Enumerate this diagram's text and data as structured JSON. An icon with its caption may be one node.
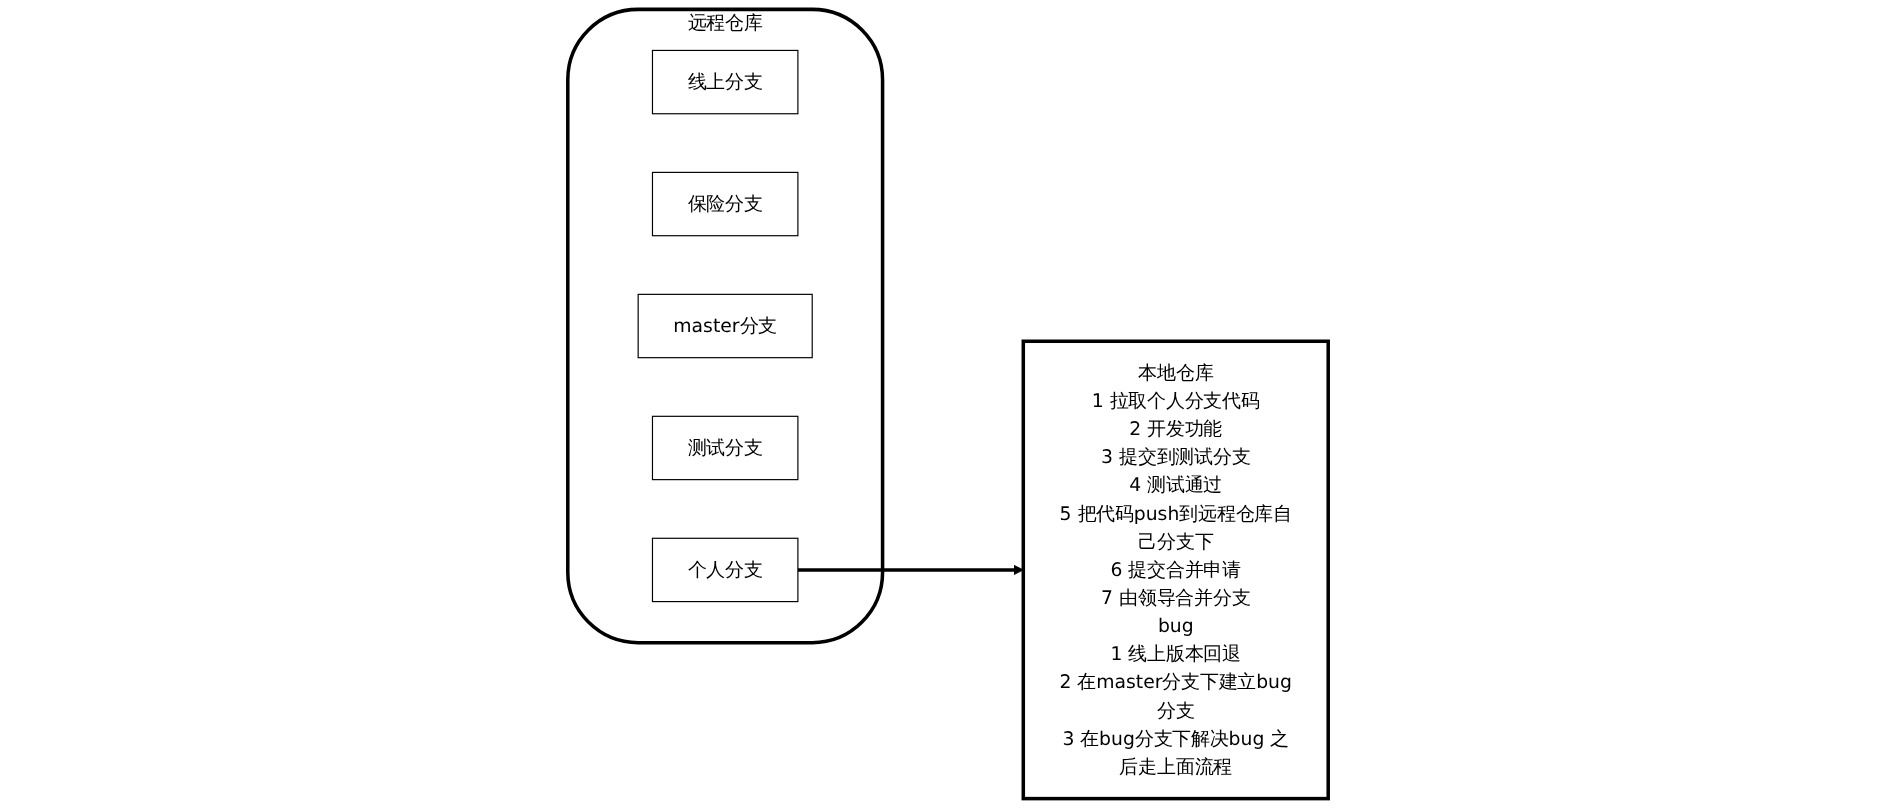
{
  "diagram": {
    "nodes": [
      {
        "text": [
          "远程仓库"
        ]
      },
      {
        "text": [
          "线上分支"
        ],
        "in": 0
      },
      {
        "text": [
          "保险分支"
        ],
        "in": 0
      },
      {
        "text": [
          "master分支"
        ],
        "in": 0
      },
      {
        "text": [
          "测试分支"
        ],
        "in": 0
      },
      {
        "text": [
          "个人分支"
        ],
        "in": 0
      },
      {
        "text": [
          "本地仓库",
          "1 拉取个人分支代码",
          "2 开发功能",
          "3 提交到测试分支",
          "4 测试通过",
          "5 把代码push到远程仓库自己分支下",
          "6 提交合并申请",
          "7 由领导合并分支",
          "bug",
          "1 线上版本回退",
          "2 在master分支下建立bug分支",
          "3 在bug分支下解决bug 之后走上面流程"
        ]
      }
    ],
    "edges": [
      {
        "from": 5,
        "to": 6,
        "arrow": "to"
      }
    ]
  }
}
